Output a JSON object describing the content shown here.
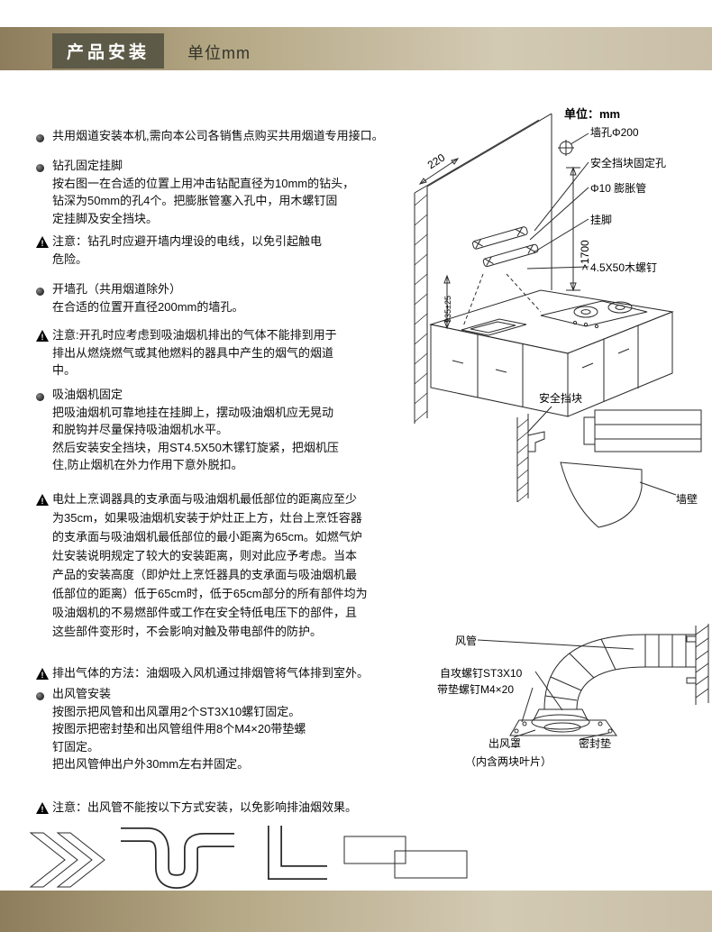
{
  "header": {
    "badge": "产品安装",
    "unit": "单位mm"
  },
  "instructions": [
    {
      "marker": "dot",
      "lines": [
        "共用烟道安装本机,需向本公司各销售点购买共用烟道专用接口。"
      ]
    },
    {
      "marker": "dot",
      "lines": [
        "钻孔固定挂脚",
        "按右图一在合适的位置上用冲击钻配直径为10mm的钻头，",
        "钻深为50mm的孔4个。把膨胀管塞入孔中，用木螺钉固",
        "定挂脚及安全挡块。"
      ]
    },
    {
      "marker": "warn",
      "lines": [
        "注意：钻孔时应避开墙内埋设的电线，以免引起触电",
        "危险。"
      ]
    },
    {
      "marker": "dot",
      "lines": [
        "开墙孔（共用烟道除外）",
        "在合适的位置开直径200mm的墙孔。"
      ]
    },
    {
      "marker": "warn",
      "lines": [
        "注意:开孔时应考虑到吸油烟机排出的气体不能排到用于",
        "排出从燃烧燃气或其他燃料的器具中产生的烟气的烟道",
        "中。"
      ]
    },
    {
      "marker": "dot",
      "lines": [
        "吸油烟机固定",
        "把吸油烟机可靠地挂在挂脚上，摆动吸油烟机应无晃动",
        "和脱钩并尽量保持吸油烟机水平。",
        "然后安装安全挡块，用ST4.5X50木镙钉旋紧，把烟机压",
        "住,防止烟机在外力作用下意外脱扣。"
      ]
    },
    {
      "marker": "warn",
      "lines": [
        "电灶上烹调器具的支承面与吸油烟机最低部位的距离应至少",
        "为35cm，如果吸油烟机安装于炉灶正上方，灶台上烹饪容器",
        "的支承面与吸油烟机最低部位的最小距离为65cm。如燃气炉",
        "灶安装说明规定了较大的安装距离，则对此应予考虑。当本",
        "产品的安装高度（即炉灶上烹饪器具的支承面与吸油烟机最",
        "低部位的距离）低于65cm时，低于65cm部分的所有部件均为",
        "吸油烟机的不易燃部件或工作在安全特低电压下的部件，且",
        "这些部件变形时，不会影响对触及带电部件的防护。"
      ]
    },
    {
      "marker": "warn",
      "lines": [
        "排出气体的方法：油烟吸入风机通过排烟管将气体排到室外。"
      ]
    },
    {
      "marker": "dot",
      "lines": [
        "出风管安装",
        "按图示把风管和出风罩用2个ST3X10螺钉固定。",
        "按图示把密封垫和出风管组件用8个M4×20带垫螺",
        "钉固定。",
        "把出风管伸出户外30mm左右并固定。"
      ]
    },
    {
      "marker": "warn",
      "lines": [
        "注意：出风管不能按以下方式安装，以免影响排油烟效果。"
      ]
    }
  ],
  "wall_diagram": {
    "unit": "单位：mm",
    "labels": {
      "wall_hole": "墙孔Φ200",
      "safety_block_holes": "安全挡块固定孔",
      "expansion_tube": "Φ10 膨胀管",
      "hook": "挂脚",
      "wood_screw": "4.5X50木螺钉",
      "dim_220": "220",
      "dim_1700": ">1700",
      "dim_935": "935±25"
    }
  },
  "safety_diagram": {
    "labels": {
      "safety_block": "安全挡块",
      "wall": "墙壁"
    }
  },
  "duct_diagram": {
    "labels": {
      "duct": "风管",
      "tapping_screw": "自攻螺钉ST3X10",
      "washer_screw": "带垫螺钉M4×20",
      "outlet_cover": "出风罩",
      "outlet_cover_note": "（内含两块叶片）",
      "seal_gasket": "密封垫"
    }
  }
}
